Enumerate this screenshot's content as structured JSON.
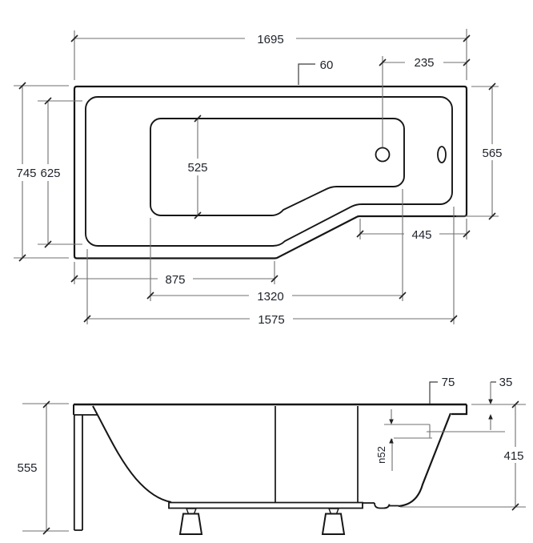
{
  "drawing": {
    "type": "bathtub technical drawing, plan and side elevation",
    "dims": {
      "top": {
        "total_length": "1695",
        "head_offset": "60",
        "drain_offset": "235",
        "right_width": "565",
        "total_width": "745",
        "inner_width": "625",
        "basin_width": "525",
        "foot_edge_length": "445",
        "wide_section_length": "875",
        "basin_length": "1320",
        "inner_length": "1575"
      },
      "side": {
        "rim_overhang": "75",
        "rim_edge_height": "35",
        "body_height": "415",
        "total_height": "555",
        "overflow_diameter": "n52"
      }
    }
  }
}
